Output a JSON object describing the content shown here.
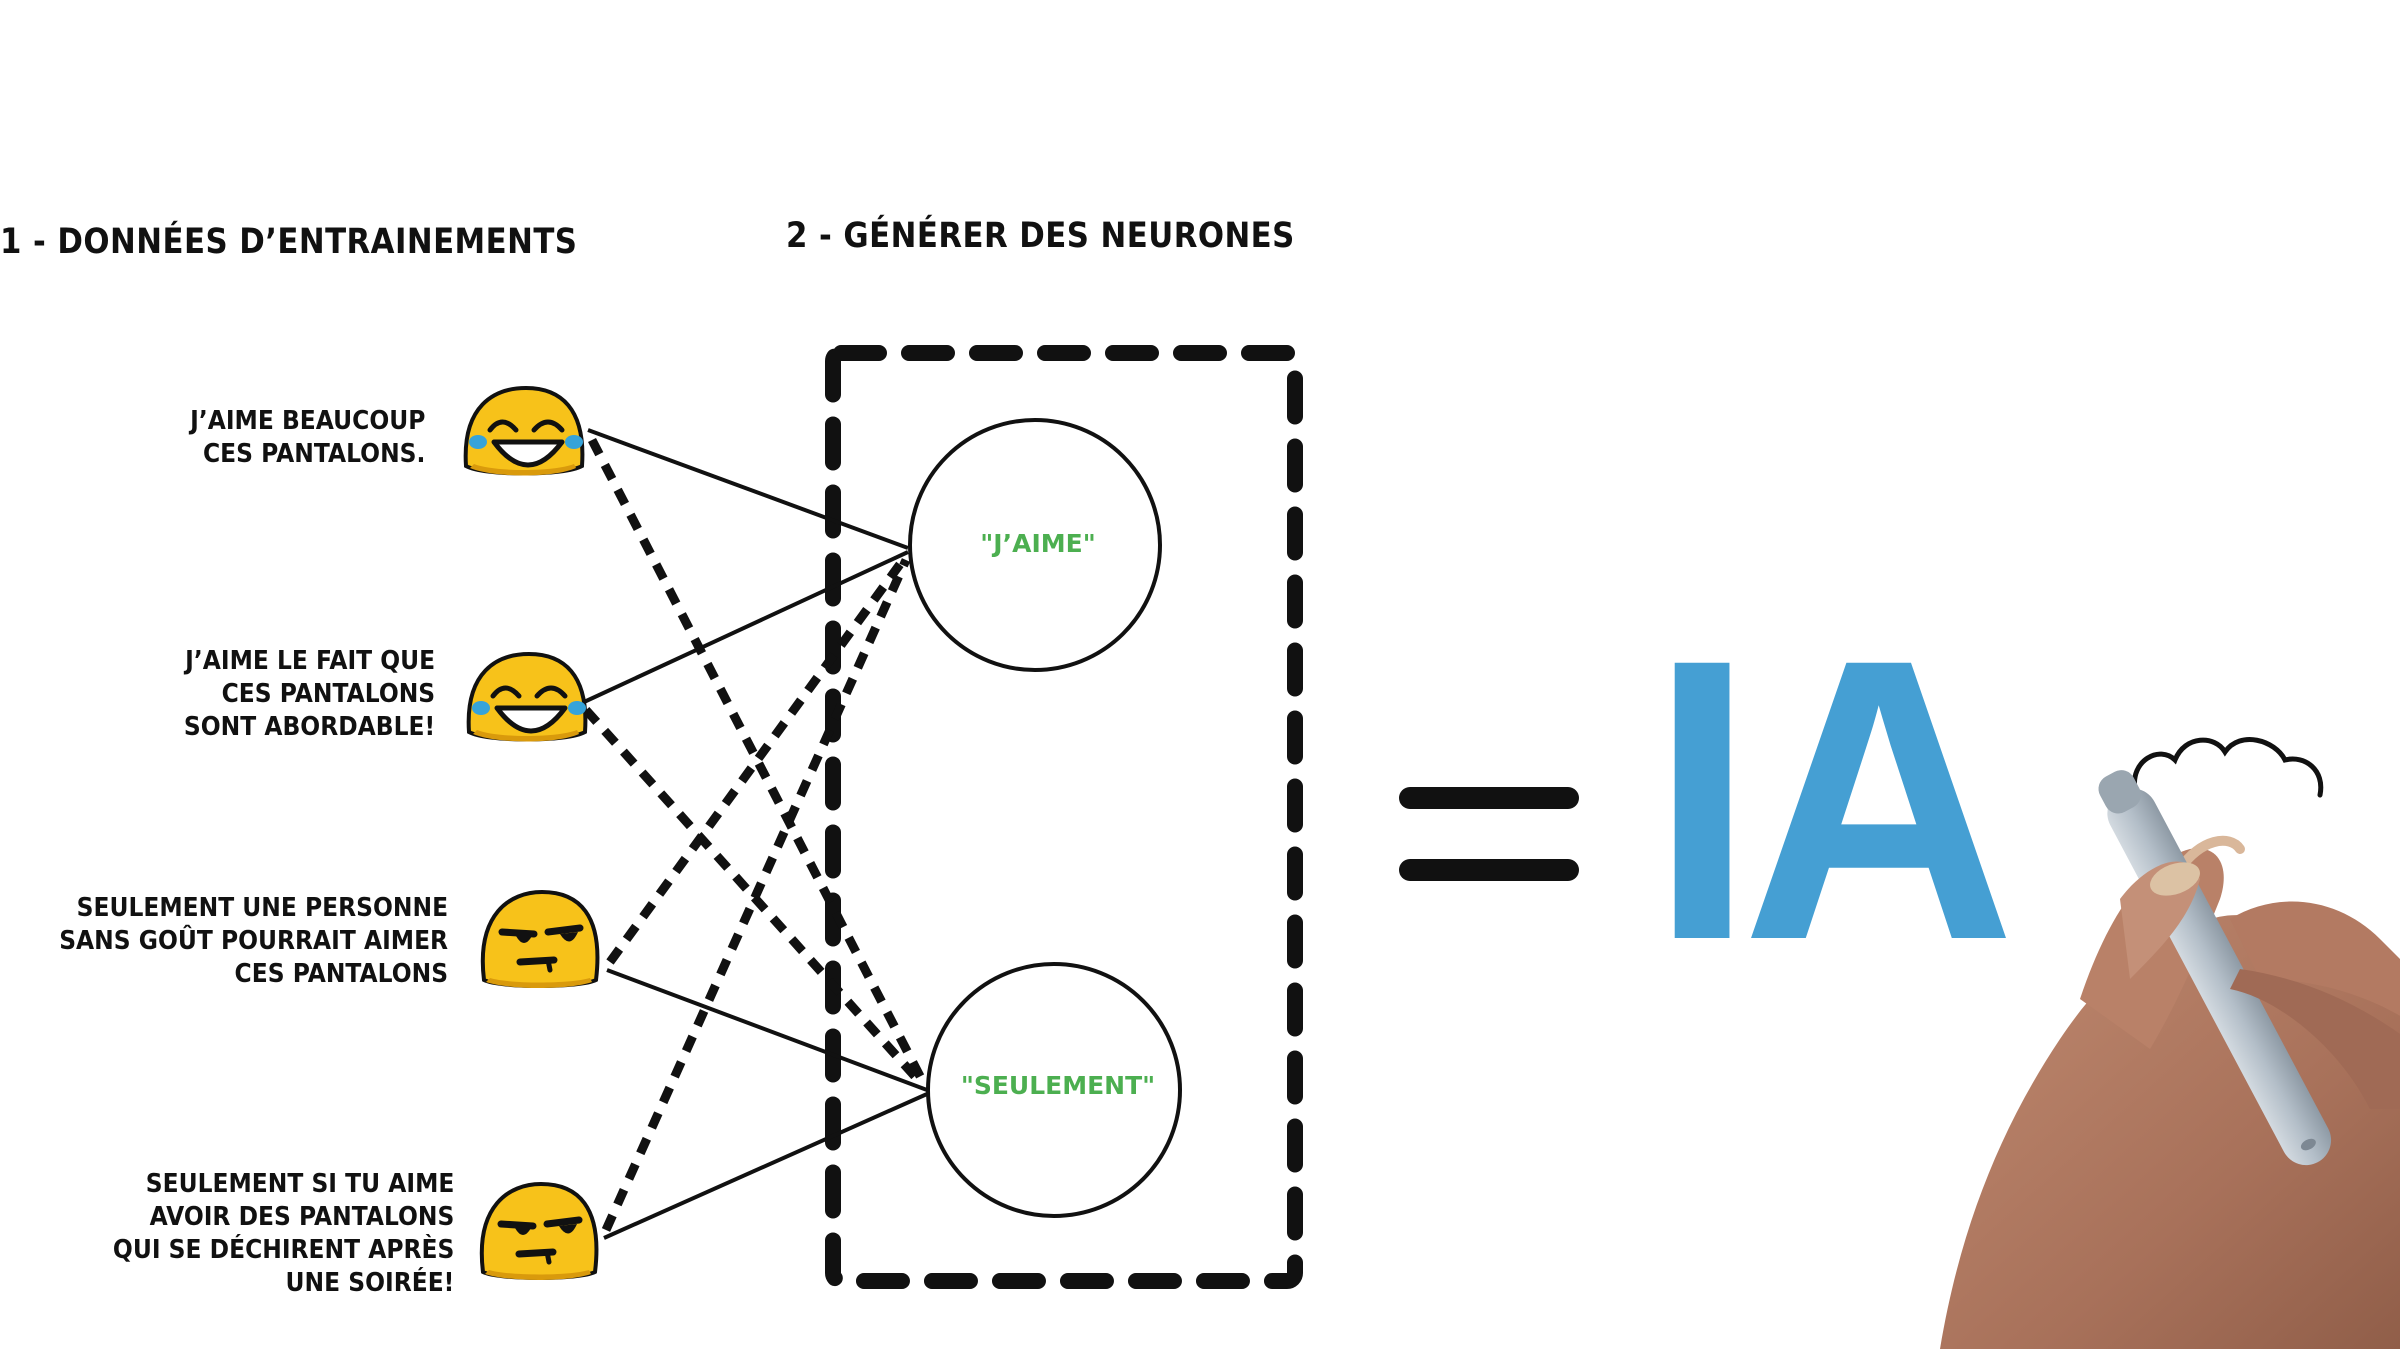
{
  "headings": {
    "step1": "1 - DONNÉES D’ENTRAINEMENTS",
    "step2": "2 - GÉNÉRER DES NEURONES"
  },
  "samples": [
    {
      "lines": [
        "J’AIME BEAUCOUP",
        "CES PANTALONS."
      ],
      "emoji": "tears-of-joy-emoji",
      "neuron": "jaime"
    },
    {
      "lines": [
        "J’AIME LE FAIT QUE",
        "CES PANTALONS",
        "SONT ABORDABLE!"
      ],
      "emoji": "tears-of-joy-emoji",
      "neuron": "jaime"
    },
    {
      "lines": [
        "SEULEMENT UNE PERSONNE",
        "SANS GOÛT POURRAIT AIMER",
        "CES PANTALONS"
      ],
      "emoji": "unamused-emoji",
      "neuron": "seulement"
    },
    {
      "lines": [
        "SEULEMENT SI TU AIME",
        "AVOIR DES PANTALONS",
        "QUI SE DÉCHIRENT APRÈS",
        "UNE SOIRÉE!"
      ],
      "emoji": "unamused-emoji",
      "neuron": "seulement"
    }
  ],
  "neurons": {
    "jaime": "\"J’AIME\"",
    "seulement": "\"SEULEMENT\""
  },
  "result": {
    "equals": "=",
    "label": "IA"
  },
  "colors": {
    "ink": "#111111",
    "neuron_text": "#4caf50",
    "ia_blue": "#459fd3",
    "emoji_yellow": "#f7c21a",
    "tear_blue": "#36a3d9",
    "skin": "#b07a60",
    "marker": "#b9c3cc"
  }
}
